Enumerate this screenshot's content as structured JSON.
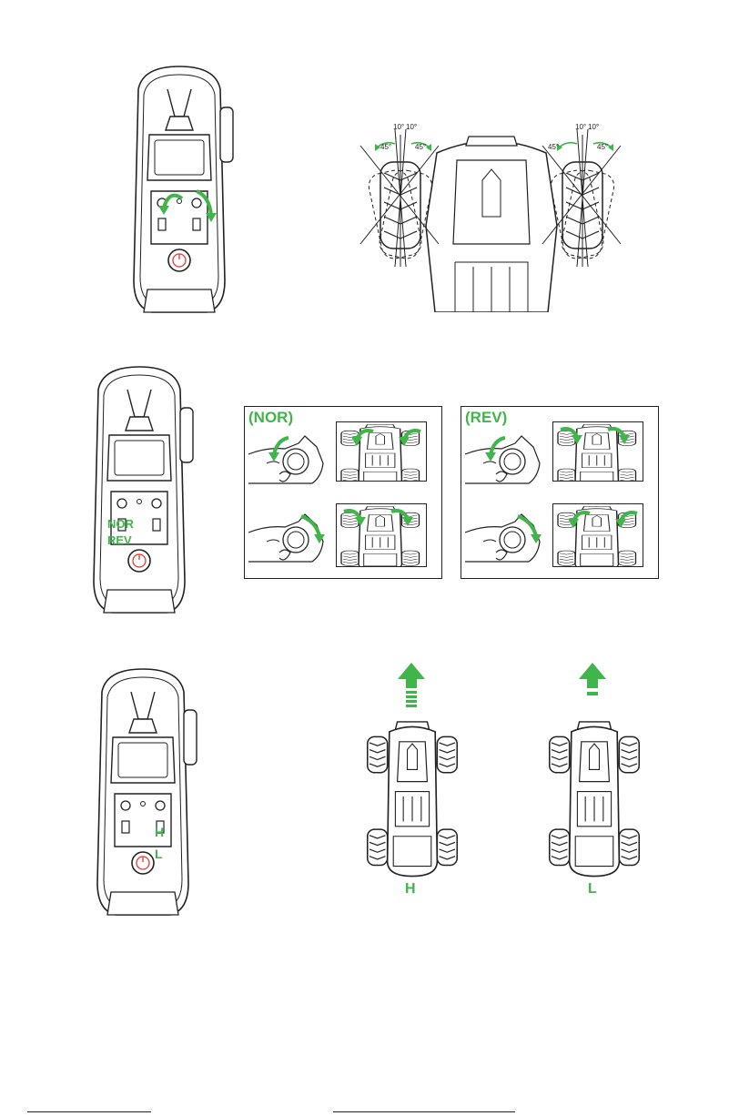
{
  "section_steering": {
    "angle_left_outer": "45°",
    "angle_left_inner_a": "10°",
    "angle_left_inner_b": "10°",
    "angle_right_outer": "45°",
    "angle_right_inner_a": "10°",
    "angle_right_inner_b": "10°"
  },
  "section_reverse": {
    "switch_label_top": "NOR",
    "switch_label_bottom": "REV",
    "panel_left_title": "(NOR)",
    "panel_right_title": "(REV)"
  },
  "section_speed": {
    "switch_label_top": "H",
    "switch_label_bottom": "L",
    "car_left_label": "H",
    "car_right_label": "L"
  },
  "colors": {
    "accent": "#3fb54a",
    "line": "#222222",
    "power": "#e53935"
  }
}
